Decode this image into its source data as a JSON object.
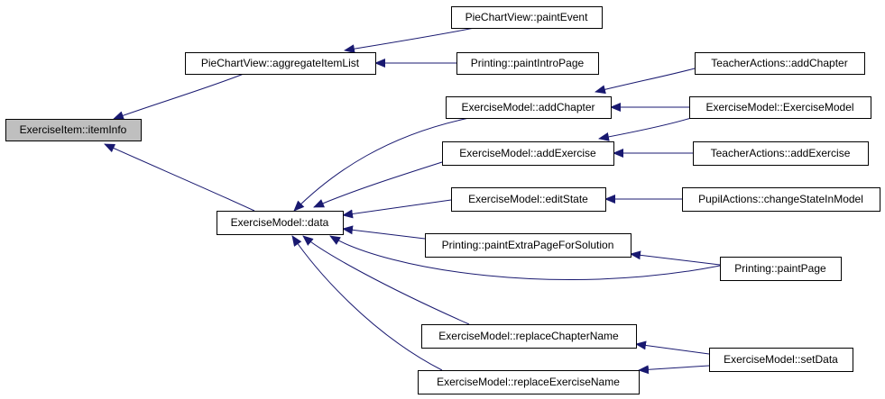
{
  "colors": {
    "edge": "#191970",
    "node_fill": "#ffffff",
    "focus_fill": "#bfbfbf",
    "node_border": "#000000"
  },
  "nodes": [
    {
      "id": "itemInfo",
      "label": "ExerciseItem::itemInfo",
      "focus": true
    },
    {
      "id": "aggregateItemList",
      "label": "PieChartView::aggregateItemList"
    },
    {
      "id": "paintEvent",
      "label": "PieChartView::paintEvent"
    },
    {
      "id": "paintIntroPage",
      "label": "Printing::paintIntroPage"
    },
    {
      "id": "data",
      "label": "ExerciseModel::data"
    },
    {
      "id": "addChapter",
      "label": "ExerciseModel::addChapter"
    },
    {
      "id": "taAddChapter",
      "label": "TeacherActions::addChapter"
    },
    {
      "id": "exerciseModelCtor",
      "label": "ExerciseModel::ExerciseModel"
    },
    {
      "id": "addExercise",
      "label": "ExerciseModel::addExercise"
    },
    {
      "id": "taAddExercise",
      "label": "TeacherActions::addExercise"
    },
    {
      "id": "editState",
      "label": "ExerciseModel::editState"
    },
    {
      "id": "changeStateInModel",
      "label": "PupilActions::changeStateInModel"
    },
    {
      "id": "paintExtraPage",
      "label": "Printing::paintExtraPageForSolution"
    },
    {
      "id": "paintPage",
      "label": "Printing::paintPage"
    },
    {
      "id": "replaceChapterName",
      "label": "ExerciseModel::replaceChapterName"
    },
    {
      "id": "setData",
      "label": "ExerciseModel::setData"
    },
    {
      "id": "replaceExerciseName",
      "label": "ExerciseModel::replaceExerciseName"
    }
  ],
  "edges": [
    {
      "from": "aggregateItemList",
      "to": "itemInfo"
    },
    {
      "from": "data",
      "to": "itemInfo"
    },
    {
      "from": "paintEvent",
      "to": "aggregateItemList"
    },
    {
      "from": "paintIntroPage",
      "to": "aggregateItemList"
    },
    {
      "from": "addChapter",
      "to": "data"
    },
    {
      "from": "addExercise",
      "to": "data"
    },
    {
      "from": "editState",
      "to": "data"
    },
    {
      "from": "paintExtraPage",
      "to": "data"
    },
    {
      "from": "paintPage",
      "to": "data"
    },
    {
      "from": "replaceChapterName",
      "to": "data"
    },
    {
      "from": "replaceExerciseName",
      "to": "data"
    },
    {
      "from": "taAddChapter",
      "to": "addChapter"
    },
    {
      "from": "exerciseModelCtor",
      "to": "addChapter"
    },
    {
      "from": "exerciseModelCtor",
      "to": "addExercise"
    },
    {
      "from": "taAddExercise",
      "to": "addExercise"
    },
    {
      "from": "changeStateInModel",
      "to": "editState"
    },
    {
      "from": "paintPage",
      "to": "paintExtraPage"
    },
    {
      "from": "setData",
      "to": "replaceChapterName"
    },
    {
      "from": "setData",
      "to": "replaceExerciseName"
    }
  ]
}
